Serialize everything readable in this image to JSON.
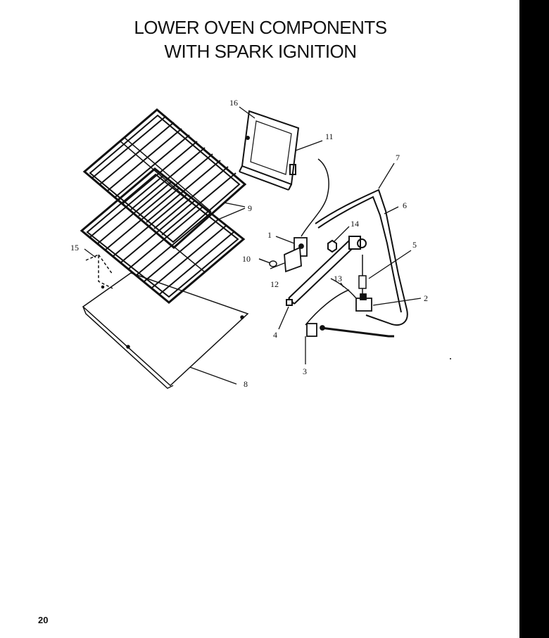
{
  "title": {
    "line1": "LOWER OVEN COMPONENTS",
    "line2": "WITH SPARK IGNITION"
  },
  "page_number": "20",
  "callouts": [
    "16",
    "11",
    "7",
    "9",
    "6",
    "15",
    "1",
    "14",
    "5",
    "10",
    "12",
    "13",
    "2",
    "4",
    "3",
    "8"
  ]
}
